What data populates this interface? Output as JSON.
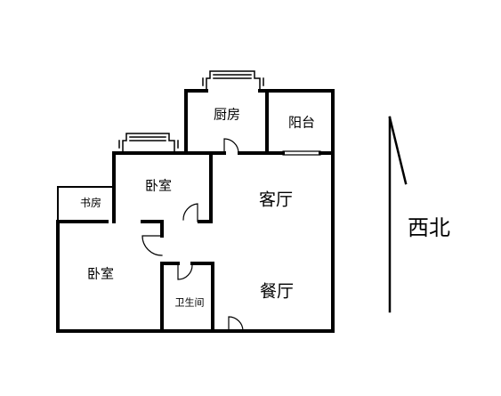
{
  "rooms": {
    "kitchen": "厨房",
    "balcony": "阳台",
    "bedroom_top": "卧室",
    "study": "书房",
    "living_room": "客厅",
    "bedroom_bottom": "卧室",
    "bathroom": "卫生间",
    "dining_room": "餐厅"
  },
  "compass": {
    "direction_label": "西北",
    "arrow_icon": "north-arrow-icon"
  },
  "colors": {
    "wall": "#000000",
    "background": "#ffffff"
  }
}
